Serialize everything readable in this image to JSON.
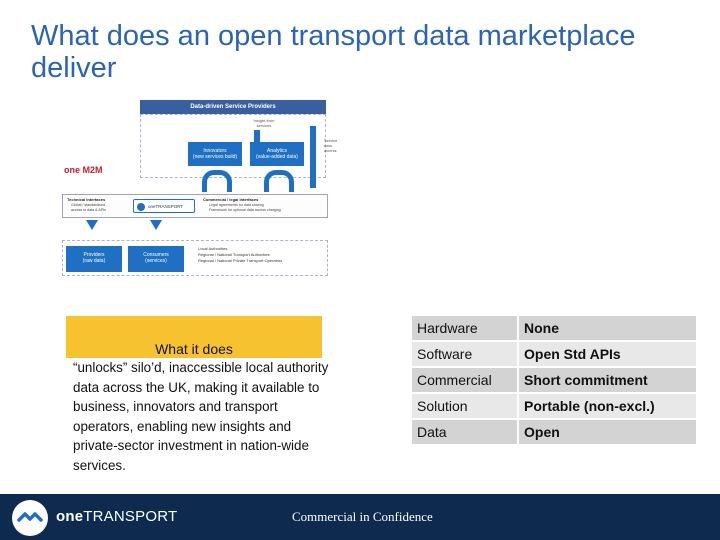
{
  "slide": {
    "title": "What does an open transport data marketplace deliver"
  },
  "diagram": {
    "banner": "Data-driven Service Providers",
    "insights_note": "Insight from services",
    "side_note": "Service data access",
    "innovators_label": "Innovators",
    "innovators_sub": "(new services build)",
    "analytics_label": "Analytics",
    "analytics_sub": "(value-added data)",
    "onem_logo": "one M2M",
    "technical_interface": "Technical Interfaces",
    "technical_point_1": "Global / standardised",
    "technical_point_2": "access to data & APIs",
    "brand_chip": "oneTRANSPORT",
    "commercial_interface": "Commercial / legal Interfaces",
    "commercial_point_1": "Legal agreements for data sharing",
    "commercial_point_2": "Framework for optional data access charging",
    "providers_label": "Providers",
    "providers_sub": "(raw data)",
    "consumers_label": "Consumers",
    "consumers_sub": "(services)",
    "bottom_list": [
      "Local Authorities",
      "Regional / National Transport Authorities",
      "Regional / National Private Transport Operators"
    ]
  },
  "what_it_does": {
    "heading": "What it does",
    "body": "“unlocks” silo’d, inaccessible local authority data across the UK, making it available to business, innovators and transport operators, enabling new insights and private-sector investment in nation-wide services."
  },
  "spec_table": {
    "rows": [
      {
        "key": "Hardware",
        "value": "None"
      },
      {
        "key": "Software",
        "value": "Open Std APIs"
      },
      {
        "key": "Commercial",
        "value": "Short commitment"
      },
      {
        "key": "Solution",
        "value": "Portable (non-excl.)"
      },
      {
        "key": "Data",
        "value": "Open"
      }
    ]
  },
  "footer": {
    "brand_bold": "one",
    "brand_rest": "TRANSPORT",
    "confidence": "Commercial in Confidence"
  },
  "colors": {
    "title_blue": "#2b64b4",
    "diagram_blue": "#1f6fc2",
    "banner_navy": "#3a5fa0",
    "highlight_yellow": "#f7c22f",
    "footer_navy": "#0e2a4f"
  }
}
